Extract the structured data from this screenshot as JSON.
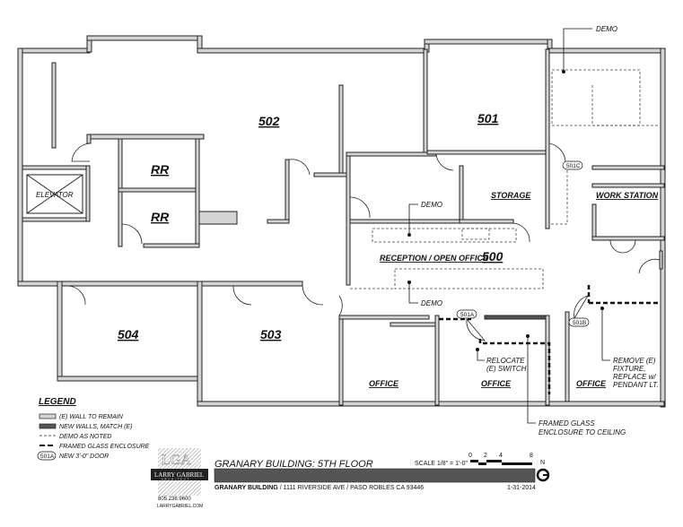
{
  "rooms": {
    "r502": "502",
    "r501": "501",
    "r500": "500",
    "r503": "503",
    "r504": "504",
    "rr1": "RR",
    "rr2": "RR",
    "elevator": "ELEVATOR",
    "storage": "STORAGE",
    "work_station": "WORK STATION",
    "reception": "RECEPTION / OPEN OFFICE",
    "office1": "OFFICE",
    "office2": "OFFICE",
    "office3": "OFFICE"
  },
  "notes": {
    "demo_top": "DEMO",
    "demo_mid": "DEMO",
    "demo_low": "DEMO",
    "relocate": [
      "RELOCATE",
      "(E) SWITCH"
    ],
    "remove": [
      "REMOVE (E)",
      "FIXTURE,",
      "REPLACE w/",
      "PENDANT LT."
    ],
    "glass": [
      "FRAMED GLASS",
      "ENCLOSURE TO CEILING"
    ],
    "door_tags": [
      "501C",
      "501A",
      "501B"
    ]
  },
  "legend": {
    "title": "LEGEND",
    "items": [
      {
        "symbol": "existing-wall",
        "label": "(E) WALL TO REMAIN"
      },
      {
        "symbol": "new-wall",
        "label": "NEW WALLS, MATCH (E)"
      },
      {
        "symbol": "demo-line",
        "label": "DEMO AS NOTED"
      },
      {
        "symbol": "glass-line",
        "label": "FRAMED GLASS ENCLOSURE"
      },
      {
        "symbol": "door-tag",
        "tag": "501A",
        "label": "NEW 3'-0\" DOOR"
      }
    ]
  },
  "logo": {
    "monogram": "LGA",
    "name": "LARRY GABRIEL",
    "subtitle": "ARCHITECT",
    "phone": "805.238.9600",
    "website": "LARRYGABRIEL.COM"
  },
  "title_block": {
    "title": "GRANARY BUILDING: 5TH FLOOR",
    "project_bold": "GRANARY BUILDING",
    "address": " / 1111 RIVERSIDE AVE / PASO ROBLES CA 93446",
    "date": "1-31-2014",
    "scale_label": "SCALE 1/8\" = 1'-0\"",
    "scale_ticks": [
      "0",
      "2",
      "4",
      "8"
    ],
    "north": "N"
  },
  "colors": {
    "wall_existing": "#d4d4d4",
    "wall_new": "#555555",
    "title_bar": "#555555"
  }
}
